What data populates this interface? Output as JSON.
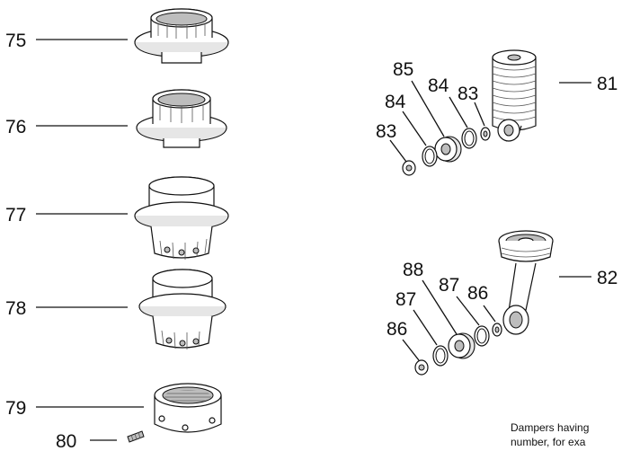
{
  "labels": {
    "p75": "75",
    "p76": "76",
    "p77": "77",
    "p78": "78",
    "p79": "79",
    "p80": "80",
    "p81": "81",
    "p82": "82",
    "p83a": "83",
    "p83b": "83",
    "p84a": "84",
    "p84b": "84",
    "p85": "85",
    "p86a": "86",
    "p86b": "86",
    "p87a": "87",
    "p87b": "87",
    "p88": "88"
  },
  "note": {
    "line1": "Dampers having",
    "line2": "number, for exa"
  }
}
